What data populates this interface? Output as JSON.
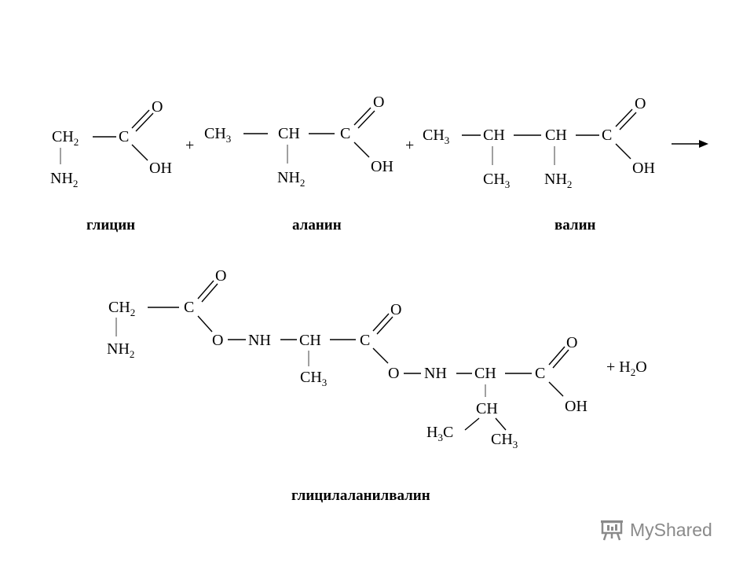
{
  "reactants": {
    "glycine": {
      "ch2": [
        "CH",
        "2"
      ],
      "c": "C",
      "o": "O",
      "oh": "OH",
      "nh2": [
        "NH",
        "2"
      ],
      "name": "глицин"
    },
    "alanine": {
      "ch3": [
        "CH",
        "3"
      ],
      "ch": "CH",
      "c": "C",
      "o": "O",
      "oh": "OH",
      "nh2": [
        "NH",
        "2"
      ],
      "name": "аланин"
    },
    "valine": {
      "ch3": [
        "CH",
        "3"
      ],
      "ch_a": "CH",
      "ch_b": "CH",
      "c": "C",
      "o": "O",
      "oh": "OH",
      "ch3_branch": [
        "CH",
        "3"
      ],
      "nh2": [
        "NH",
        "2"
      ],
      "name": "валин"
    },
    "plus_1": "+",
    "plus_2": "+"
  },
  "product": {
    "ch2": [
      "CH",
      "2"
    ],
    "c1": "C",
    "o1": "O",
    "nh2": [
      "NH",
      "2"
    ],
    "o_link1": "O",
    "nh1": "NH",
    "ch1": "CH",
    "c2": "C",
    "o2": "O",
    "ch3": [
      "CH",
      "3"
    ],
    "o_link2": "O",
    "nh2b": "NH",
    "ch2b": "CH",
    "c3": "C",
    "o3": "O",
    "oh": "OH",
    "ch_branch": "CH",
    "h3c": [
      "H",
      "3",
      "C"
    ],
    "ch3_right": [
      "CH",
      "3"
    ],
    "water": [
      "+ H",
      "2",
      "O"
    ],
    "name": "глицилаланилвалин"
  },
  "watermark": {
    "text": "MyShared",
    "icon": "projector-screen-icon",
    "color": "#8a8a8a"
  }
}
